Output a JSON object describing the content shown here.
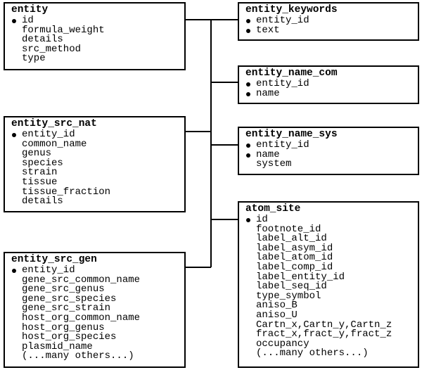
{
  "tables": {
    "entity": {
      "title": "entity",
      "keys": [
        "id"
      ],
      "fields": [
        "formula_weight",
        "details",
        "src_method",
        "type"
      ]
    },
    "entity_src_nat": {
      "title": "entity_src_nat",
      "keys": [
        "entity_id"
      ],
      "fields": [
        "common_name",
        "genus",
        "species",
        "strain",
        "tissue",
        "tissue_fraction",
        "details"
      ]
    },
    "entity_src_gen": {
      "title": "entity_src_gen",
      "keys": [
        "entity_id"
      ],
      "fields": [
        "gene_src_common_name",
        "gene_src_genus",
        "gene_src_species",
        "gene_src_strain",
        "host_org_common_name",
        "host_org_genus",
        "host_org_species",
        "plasmid_name",
        "(...many others...)"
      ]
    },
    "entity_keywords": {
      "title": "entity_keywords",
      "keys": [
        "entity_id",
        "text"
      ],
      "fields": []
    },
    "entity_name_com": {
      "title": "entity_name_com",
      "keys": [
        "entity_id",
        "name"
      ],
      "fields": []
    },
    "entity_name_sys": {
      "title": "entity_name_sys",
      "keys": [
        "entity_id",
        "name"
      ],
      "fields": [
        "system"
      ]
    },
    "atom_site": {
      "title": "atom_site",
      "keys": [
        "id"
      ],
      "fields": [
        "footnote_id",
        "label_alt_id",
        "label_asym_id",
        "label_atom_id",
        "label_comp_id",
        "label_entity_id",
        "label_seq_id",
        "type_symbol",
        "aniso_B",
        "aniso_U",
        "Cartn_x,Cartn_y,Cartn_z",
        "fract_x,fract_y,fract_z",
        "occupancy",
        "(...many others...)"
      ]
    }
  },
  "links": [
    {
      "from": "entity_keywords.entity_id",
      "to": "entity.id"
    },
    {
      "from": "entity_name_com.entity_id",
      "to": "entity.id"
    },
    {
      "from": "entity_name_sys.entity_id",
      "to": "entity.id"
    },
    {
      "from": "atom_site.label_entity_id",
      "to": "entity.id"
    },
    {
      "from": "entity_src_nat.entity_id",
      "to": "entity.id"
    },
    {
      "from": "entity_src_gen.entity_id",
      "to": "entity.id"
    }
  ]
}
